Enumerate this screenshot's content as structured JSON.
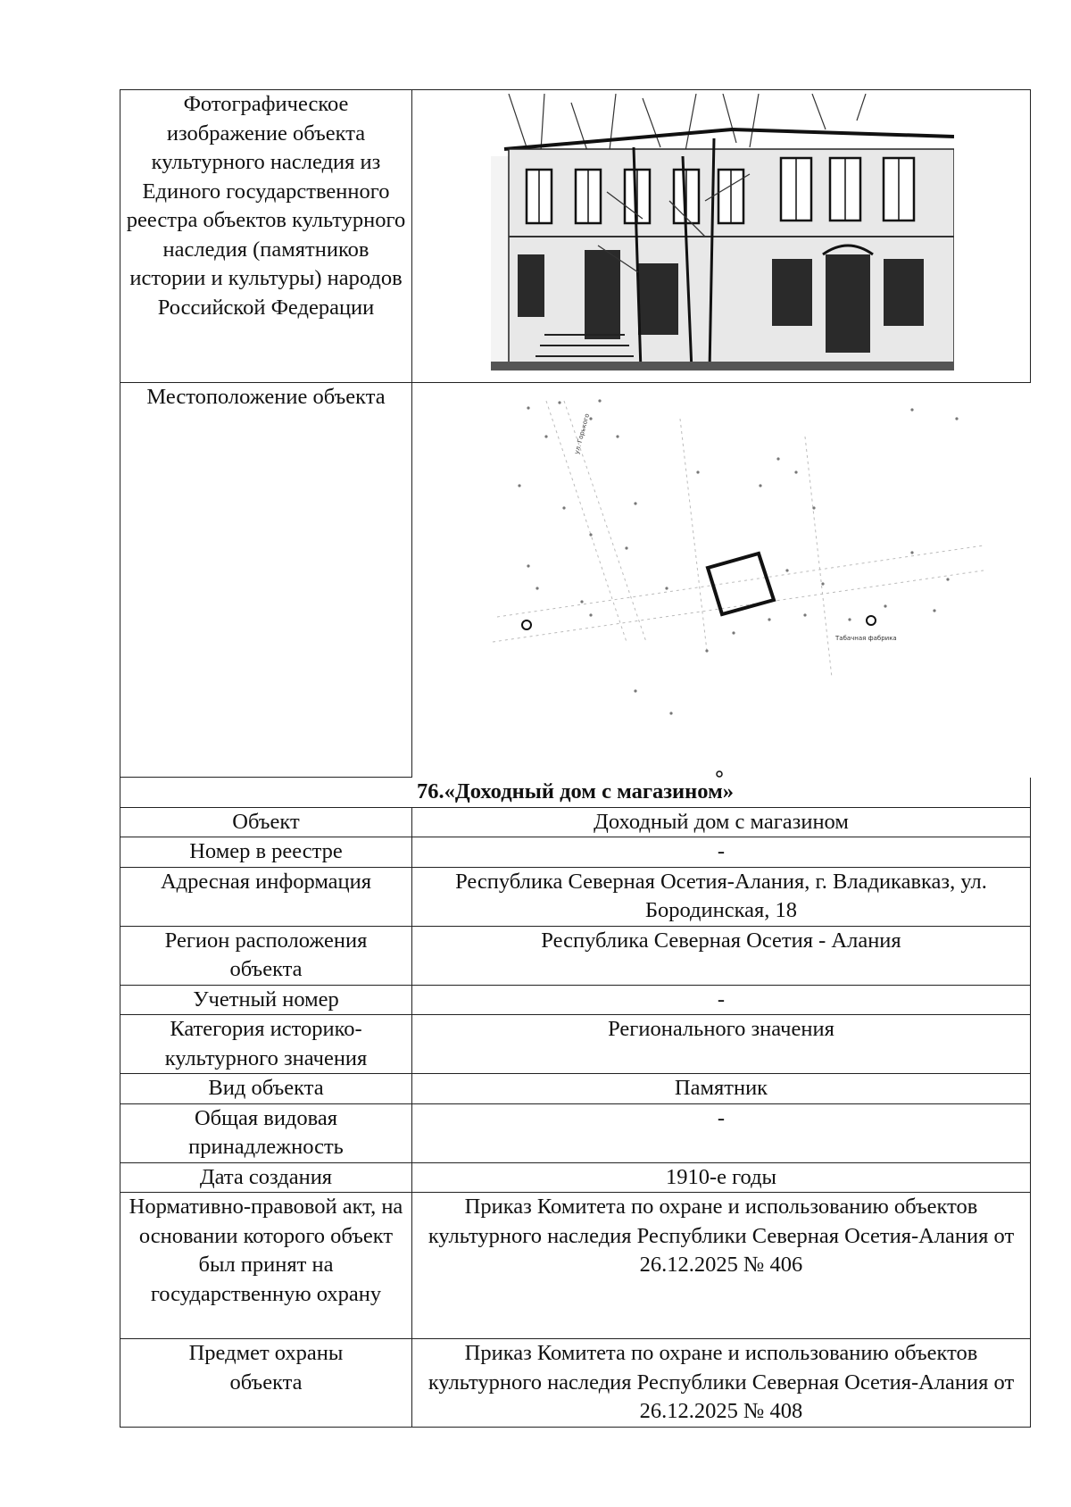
{
  "photo_row": {
    "label": "Фотографическое изображение объекта культурного наследия из Единого государственного реестра объектов культурного наследия (памятников истории и культуры) народов Российской Федерации"
  },
  "location_row": {
    "label": "Местоположение объекта",
    "map_labels": {
      "street": "ул. Горького",
      "poi_right": "Табачная фабрика"
    }
  },
  "section_title": "76.«Доходный дом с магазином»",
  "rows": [
    {
      "label": "Объект",
      "value": "Доходный дом с магазином"
    },
    {
      "label": "Номер в реестре",
      "value": "-"
    },
    {
      "label": "Адресная информация",
      "value": "Республика Северная Осетия-Алания, г. Владикавказ, ул. Бородинская, 18"
    },
    {
      "label": "Регион расположения объекта",
      "value": "Республика Северная Осетия - Алания"
    },
    {
      "label": "Учетный номер",
      "value": "-"
    },
    {
      "label": "Категория историко-культурного значения",
      "value": "Регионального значения"
    },
    {
      "label": "Вид объекта",
      "value": "Памятник"
    },
    {
      "label": "Общая видовая принадлежность",
      "value": "-"
    },
    {
      "label": "Дата создания",
      "value": "1910-е годы"
    },
    {
      "label": "Нормативно-правовой акт, на основании которого объект был принят на государственную охрану",
      "value": "Приказ Комитета по охране и использованию объектов культурного наследия Республики Северная Осетия-Алания от 26.12.2025 № 406"
    },
    {
      "label": "Предмет охраны объекта",
      "value": "Приказ Комитета по охране и использованию объектов культурного наследия Республики Северная Осетия-Алания от 26.12.2025 № 408"
    }
  ]
}
